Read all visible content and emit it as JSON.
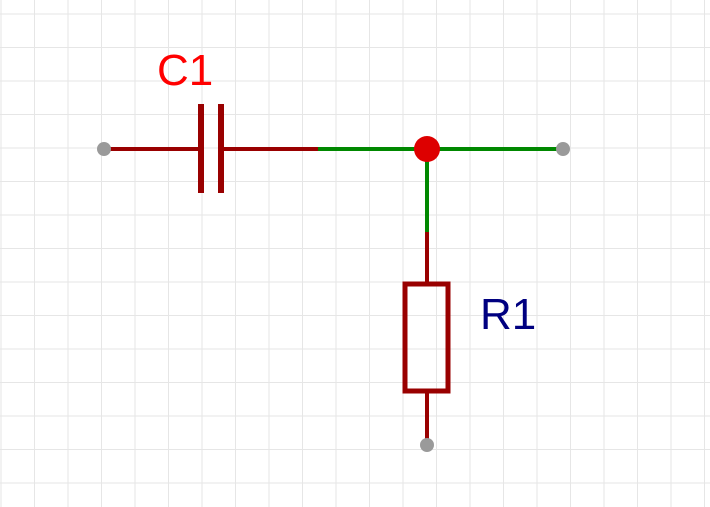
{
  "diagram": {
    "type": "schematic",
    "colors": {
      "background": "#ffffff",
      "grid": "#e6e6e6",
      "component_stroke": "#990000",
      "wire": "#008800",
      "junction": "#dd0000",
      "pin": "#9a9a9a"
    },
    "components": [
      {
        "id": "c1",
        "designator": "C1",
        "kind": "capacitor",
        "label_color": "#ff0000"
      },
      {
        "id": "r1",
        "designator": "R1",
        "kind": "resistor",
        "label_color": "#000080"
      }
    ]
  }
}
